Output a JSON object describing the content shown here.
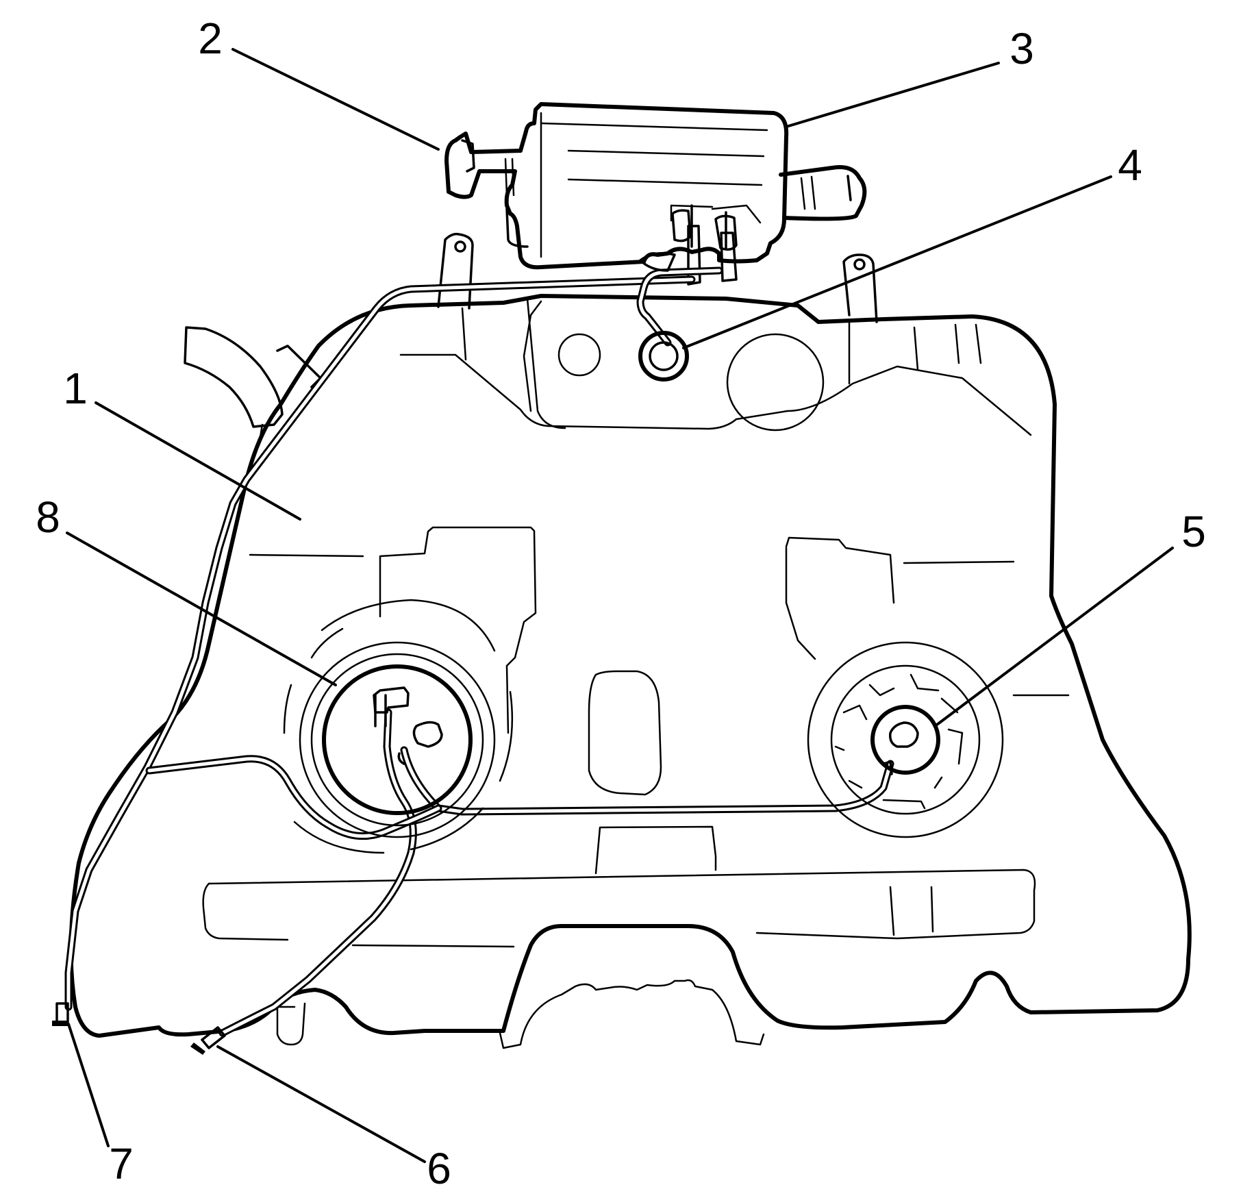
{
  "figure": {
    "title": "",
    "callouts": [
      {
        "id": "1",
        "text": "1"
      },
      {
        "id": "2",
        "text": "2"
      },
      {
        "id": "3",
        "text": "3"
      },
      {
        "id": "4",
        "text": "4"
      },
      {
        "id": "5",
        "text": "5"
      },
      {
        "id": "6",
        "text": "6"
      },
      {
        "id": "7",
        "text": "7"
      },
      {
        "id": "8",
        "text": "8"
      }
    ]
  },
  "colors": {
    "line": "#000000",
    "background": "#ffffff"
  }
}
